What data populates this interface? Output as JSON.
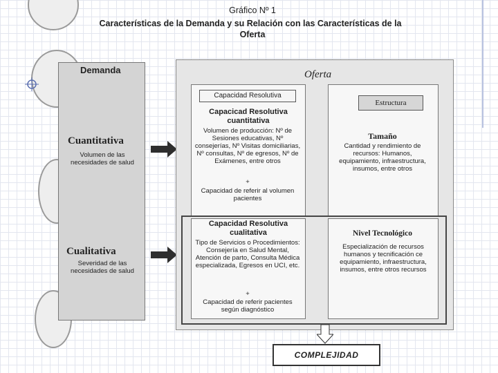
{
  "figure": {
    "number": "Gráfico Nº 1",
    "title_line1": "Características de la Demanda y su Relación con las Características de la",
    "title_line2": "Oferta"
  },
  "demanda": {
    "label": "Demanda",
    "cuantitativa": {
      "title": "Cuantitativa",
      "desc": "Volumen de las necesidades de salud"
    },
    "cualitativa": {
      "title": "Cualitativa",
      "desc": "Severidad de las necesidades de salud"
    }
  },
  "oferta": {
    "label": "Oferta",
    "capacidad_resolutiva_tab": "Capacidad Resolutiva",
    "estructura_tab": "Estructura",
    "cr_cuantitativa": {
      "title": "Capacicad Resolutiva cuantitativa",
      "body": "Volumen de producción: Nº de Sesiones educativas, Nº consejerías, Nº Visitas domiciliarias, Nº consultas, Nº de egresos, Nº de Exámenes, entre otros",
      "plus": "+",
      "extra": "Capacidad de referir al volumen pacientes"
    },
    "tamano": {
      "title": "Tamaño",
      "body": "Cantidad y rendimiento de recursos: Humanos, equipamiento, infraestructura, insumos, entre otros"
    },
    "cr_cualitativa": {
      "title": "Capacidad Resolutiva cualitativa",
      "body": "Tipo de Servicios o Procedimientos: Consejería en Salud Mental, Atención de parto, Consulta Médica especializada, Egresos en UCI, etc.",
      "plus": "+",
      "extra": "Capacidad de referir pacientes según diagnóstico"
    },
    "nivel_tecnologico": {
      "title": "Nivel Tecnológico",
      "body": "Especialización de recursos humanos y tecnificación ce equipamiento, infraestructura, insumos, entre otros recursos"
    }
  },
  "complejidad": "COMPLEJIDAD"
}
